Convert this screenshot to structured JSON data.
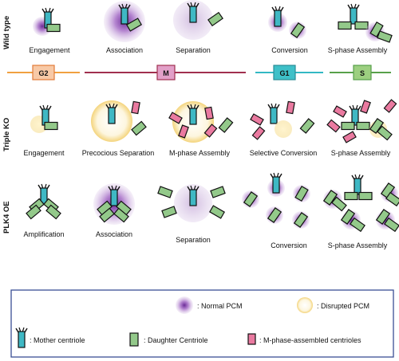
{
  "rows": [
    {
      "label": "Wild type"
    },
    {
      "label": "Triple KO"
    },
    {
      "label": "PLK4 OE"
    }
  ],
  "wild_type": {
    "stages": [
      "Engagement",
      "Association",
      "Separation",
      "Conversion",
      "S-phase Assembly"
    ]
  },
  "phases": [
    "G2",
    "M",
    "G1",
    "S"
  ],
  "triple_ko": {
    "stages": [
      "Engagement",
      "Precocious Separation",
      "M-phase Assembly",
      "Selective Conversion",
      "S-phase Assembly"
    ]
  },
  "plk4_oe": {
    "stages": [
      "Amplification",
      "Association",
      "Separation",
      "Conversion",
      "S-phase Assembly"
    ]
  },
  "legend": {
    "normal_pcm": ": Normal PCM",
    "disrupted_pcm": ": Disrupted PCM",
    "mother": ": Mother centriole",
    "daughter": ": Daughter Centriole",
    "m_phase": ": M-phase-assembled centrioles"
  },
  "colors": {
    "mother": "#3fb8c4",
    "daughter": "#93c98a",
    "m_phase": "#ea7aa0",
    "normal_pcm": "#8a3fae",
    "disrupted_pcm": "#f6d98a",
    "g2": "#f0a040",
    "m": "#a0304f",
    "g1": "#32b8c4",
    "s": "#58a04a",
    "legend_border": "#3a4f94"
  }
}
